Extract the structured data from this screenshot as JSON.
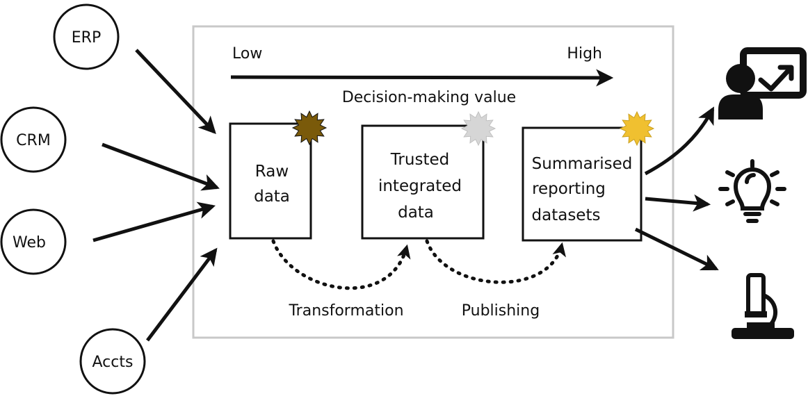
{
  "sources": [
    {
      "label": "ERP"
    },
    {
      "label": "CRM"
    },
    {
      "label": "Web"
    },
    {
      "label": "Accts"
    }
  ],
  "value_axis": {
    "low_label": "Low",
    "high_label": "High",
    "caption": "Decision-making value"
  },
  "stages": [
    {
      "lines": [
        "Raw",
        "data"
      ],
      "badge_color": "#7a5a0a"
    },
    {
      "lines": [
        "Trusted",
        "integrated",
        "data"
      ],
      "badge_color": "#d6d6d6"
    },
    {
      "lines": [
        "Summarised",
        "reporting",
        "datasets"
      ],
      "badge_color": "#f0c030"
    }
  ],
  "flows": [
    {
      "label": "Transformation"
    },
    {
      "label": "Publishing"
    }
  ],
  "outputs": [
    {
      "icon": "presenter-chart-icon"
    },
    {
      "icon": "lightbulb-icon"
    },
    {
      "icon": "microscope-icon"
    }
  ]
}
